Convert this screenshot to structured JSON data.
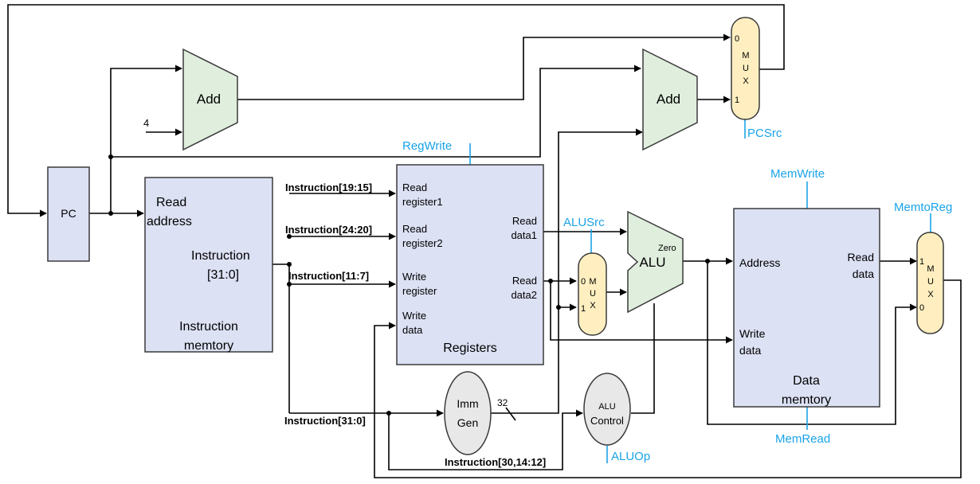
{
  "colors": {
    "wire": "#000000",
    "control": "#1aa3e8",
    "block_fill": "#dce1f4",
    "block_stroke": "#3a3a3a",
    "adder_fill": "#dfeedd",
    "mux_fill": "#ffefc0",
    "oval_fill": "#e8e8e8"
  },
  "pc": {
    "label": "PC"
  },
  "adder_left": {
    "label": "Add",
    "const_label": "4"
  },
  "adder_right": {
    "label": "Add"
  },
  "pc_mux": {
    "in0": "0",
    "in1": "1",
    "letters": [
      "M",
      "U",
      "X"
    ],
    "control": "PCSrc"
  },
  "instr_mem": {
    "read_label_1": "Read",
    "read_label_2": "address",
    "out_label_1": "Instruction",
    "out_label_2": "[31:0]",
    "title_1": "Instruction",
    "title_2": "memtory"
  },
  "registers": {
    "control": "RegWrite",
    "in1_a": "Read",
    "in1_b": "register1",
    "in2_a": "Read",
    "in2_b": "register2",
    "in3_a": "Write",
    "in3_b": "register",
    "in4_a": "Write",
    "in4_b": "data",
    "out1_a": "Read",
    "out1_b": "data1",
    "out2_a": "Read",
    "out2_b": "data2",
    "title": "Registers"
  },
  "instr_fields": {
    "rs1": "Instruction[19:15]",
    "rs2": "Instruction[24:20]",
    "rd": "Instruction[11:7]",
    "imm": "Instruction[31:0]",
    "funct": "Instruction[30,14:12]"
  },
  "alu_mux": {
    "control": "ALUSrc",
    "in0": "0",
    "in1": "1",
    "letters": [
      "M",
      "U",
      "X"
    ]
  },
  "alu": {
    "label": "ALU",
    "zero": "Zero"
  },
  "imm_gen": {
    "line1": "Imm",
    "line2": "Gen",
    "width": "32"
  },
  "alu_control": {
    "line1": "ALU",
    "line2": "Control",
    "control": "ALUOp"
  },
  "data_mem": {
    "write_ctrl": "MemWrite",
    "read_ctrl": "MemRead",
    "address": "Address",
    "write_a": "Write",
    "write_b": "data",
    "read_a": "Read",
    "read_b": "data",
    "title_1": "Data",
    "title_2": "memtory"
  },
  "wb_mux": {
    "control": "MemtoReg",
    "in1": "1",
    "in0": "0",
    "letters": [
      "M",
      "U",
      "X"
    ]
  }
}
